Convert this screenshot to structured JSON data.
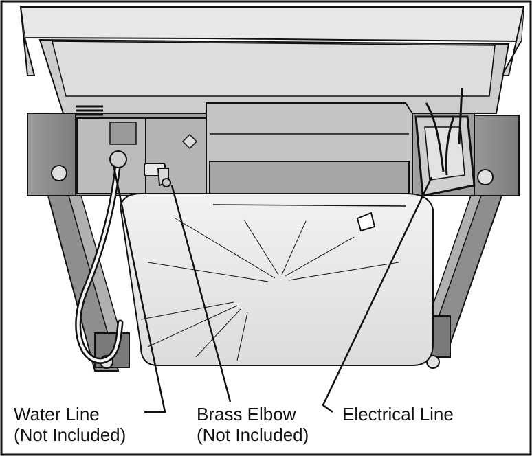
{
  "callouts": {
    "water_line": {
      "label": "Water Line",
      "note": "(Not Included)"
    },
    "brass_elbow": {
      "label": "Brass Elbow",
      "note": "(Not Included)"
    },
    "electrical_line": {
      "label": "Electrical Line"
    }
  },
  "colors": {
    "outline": "#111111",
    "frame_dark": "#8c8c8c",
    "frame_mid": "#a9a9a9",
    "panel_light": "#d6d6d6",
    "tub_light": "#ececec",
    "highlight": "#f4f4f4"
  }
}
